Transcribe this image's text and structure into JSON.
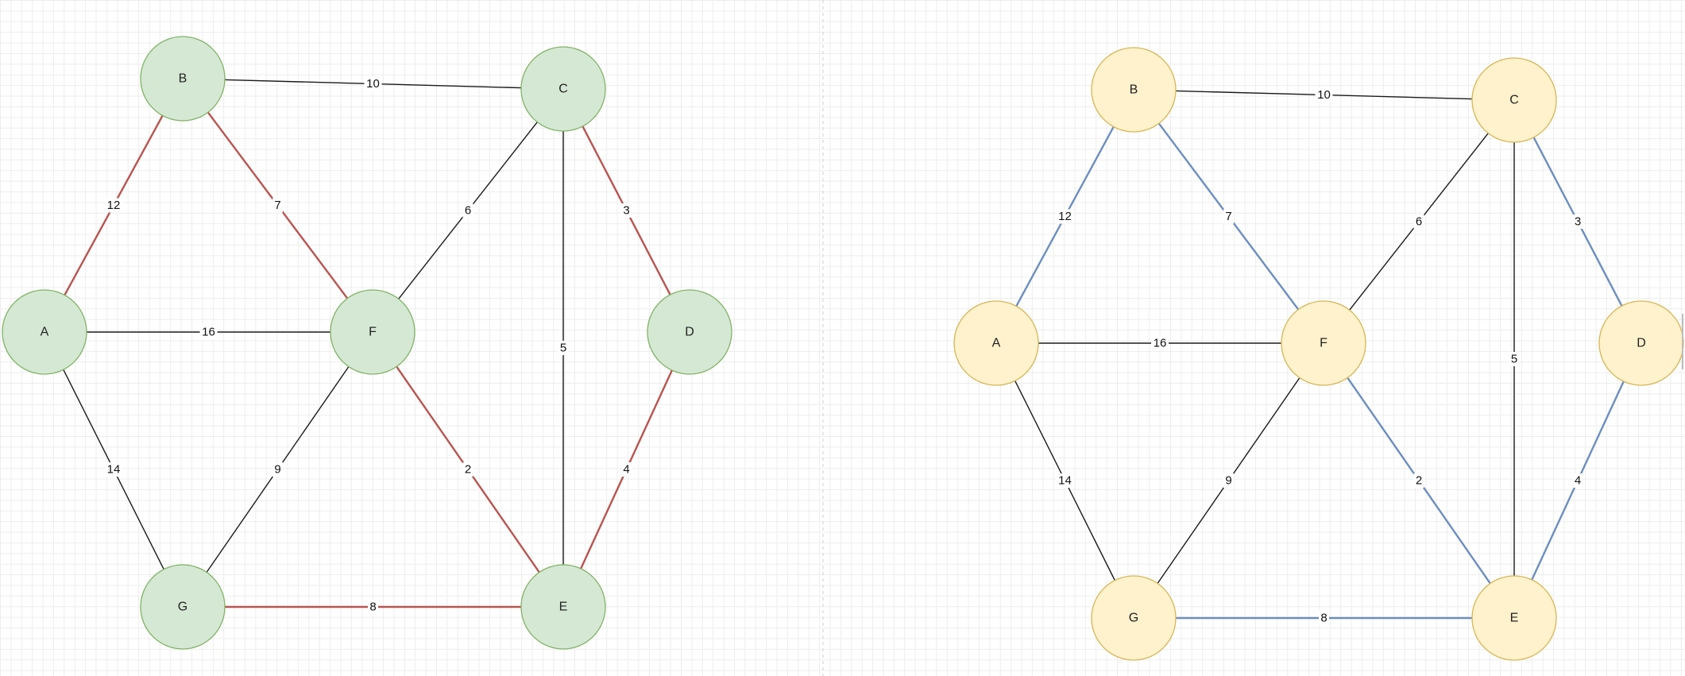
{
  "graphs": [
    {
      "id": "left",
      "node_fill": "#d5e8d4",
      "node_stroke": "#82b366",
      "highlight_color": "#b85450",
      "nodes": [
        "A",
        "B",
        "C",
        "D",
        "E",
        "F",
        "G"
      ],
      "edges": [
        {
          "from": "B",
          "to": "C",
          "weight": "10",
          "highlighted": false
        },
        {
          "from": "A",
          "to": "B",
          "weight": "12",
          "highlighted": true
        },
        {
          "from": "B",
          "to": "F",
          "weight": "7",
          "highlighted": true
        },
        {
          "from": "C",
          "to": "F",
          "weight": "6",
          "highlighted": false
        },
        {
          "from": "C",
          "to": "D",
          "weight": "3",
          "highlighted": true
        },
        {
          "from": "C",
          "to": "E",
          "weight": "5",
          "highlighted": false
        },
        {
          "from": "A",
          "to": "F",
          "weight": "16",
          "highlighted": false
        },
        {
          "from": "A",
          "to": "G",
          "weight": "14",
          "highlighted": false
        },
        {
          "from": "F",
          "to": "G",
          "weight": "9",
          "highlighted": false
        },
        {
          "from": "F",
          "to": "E",
          "weight": "2",
          "highlighted": true
        },
        {
          "from": "D",
          "to": "E",
          "weight": "4",
          "highlighted": true
        },
        {
          "from": "G",
          "to": "E",
          "weight": "8",
          "highlighted": true
        }
      ]
    },
    {
      "id": "right",
      "node_fill": "#fff2cc",
      "node_stroke": "#d6b656",
      "highlight_color": "#6c8ebf",
      "nodes": [
        "A",
        "B",
        "C",
        "D",
        "E",
        "F",
        "G"
      ],
      "edges": [
        {
          "from": "B",
          "to": "C",
          "weight": "10",
          "highlighted": false
        },
        {
          "from": "A",
          "to": "B",
          "weight": "12",
          "highlighted": true
        },
        {
          "from": "B",
          "to": "F",
          "weight": "7",
          "highlighted": true
        },
        {
          "from": "C",
          "to": "F",
          "weight": "6",
          "highlighted": false
        },
        {
          "from": "C",
          "to": "D",
          "weight": "3",
          "highlighted": true
        },
        {
          "from": "C",
          "to": "E",
          "weight": "5",
          "highlighted": false
        },
        {
          "from": "A",
          "to": "F",
          "weight": "16",
          "highlighted": false
        },
        {
          "from": "A",
          "to": "G",
          "weight": "14",
          "highlighted": false
        },
        {
          "from": "F",
          "to": "G",
          "weight": "9",
          "highlighted": false
        },
        {
          "from": "F",
          "to": "E",
          "weight": "2",
          "highlighted": true
        },
        {
          "from": "D",
          "to": "E",
          "weight": "4",
          "highlighted": true
        },
        {
          "from": "G",
          "to": "E",
          "weight": "8",
          "highlighted": true
        }
      ]
    }
  ]
}
